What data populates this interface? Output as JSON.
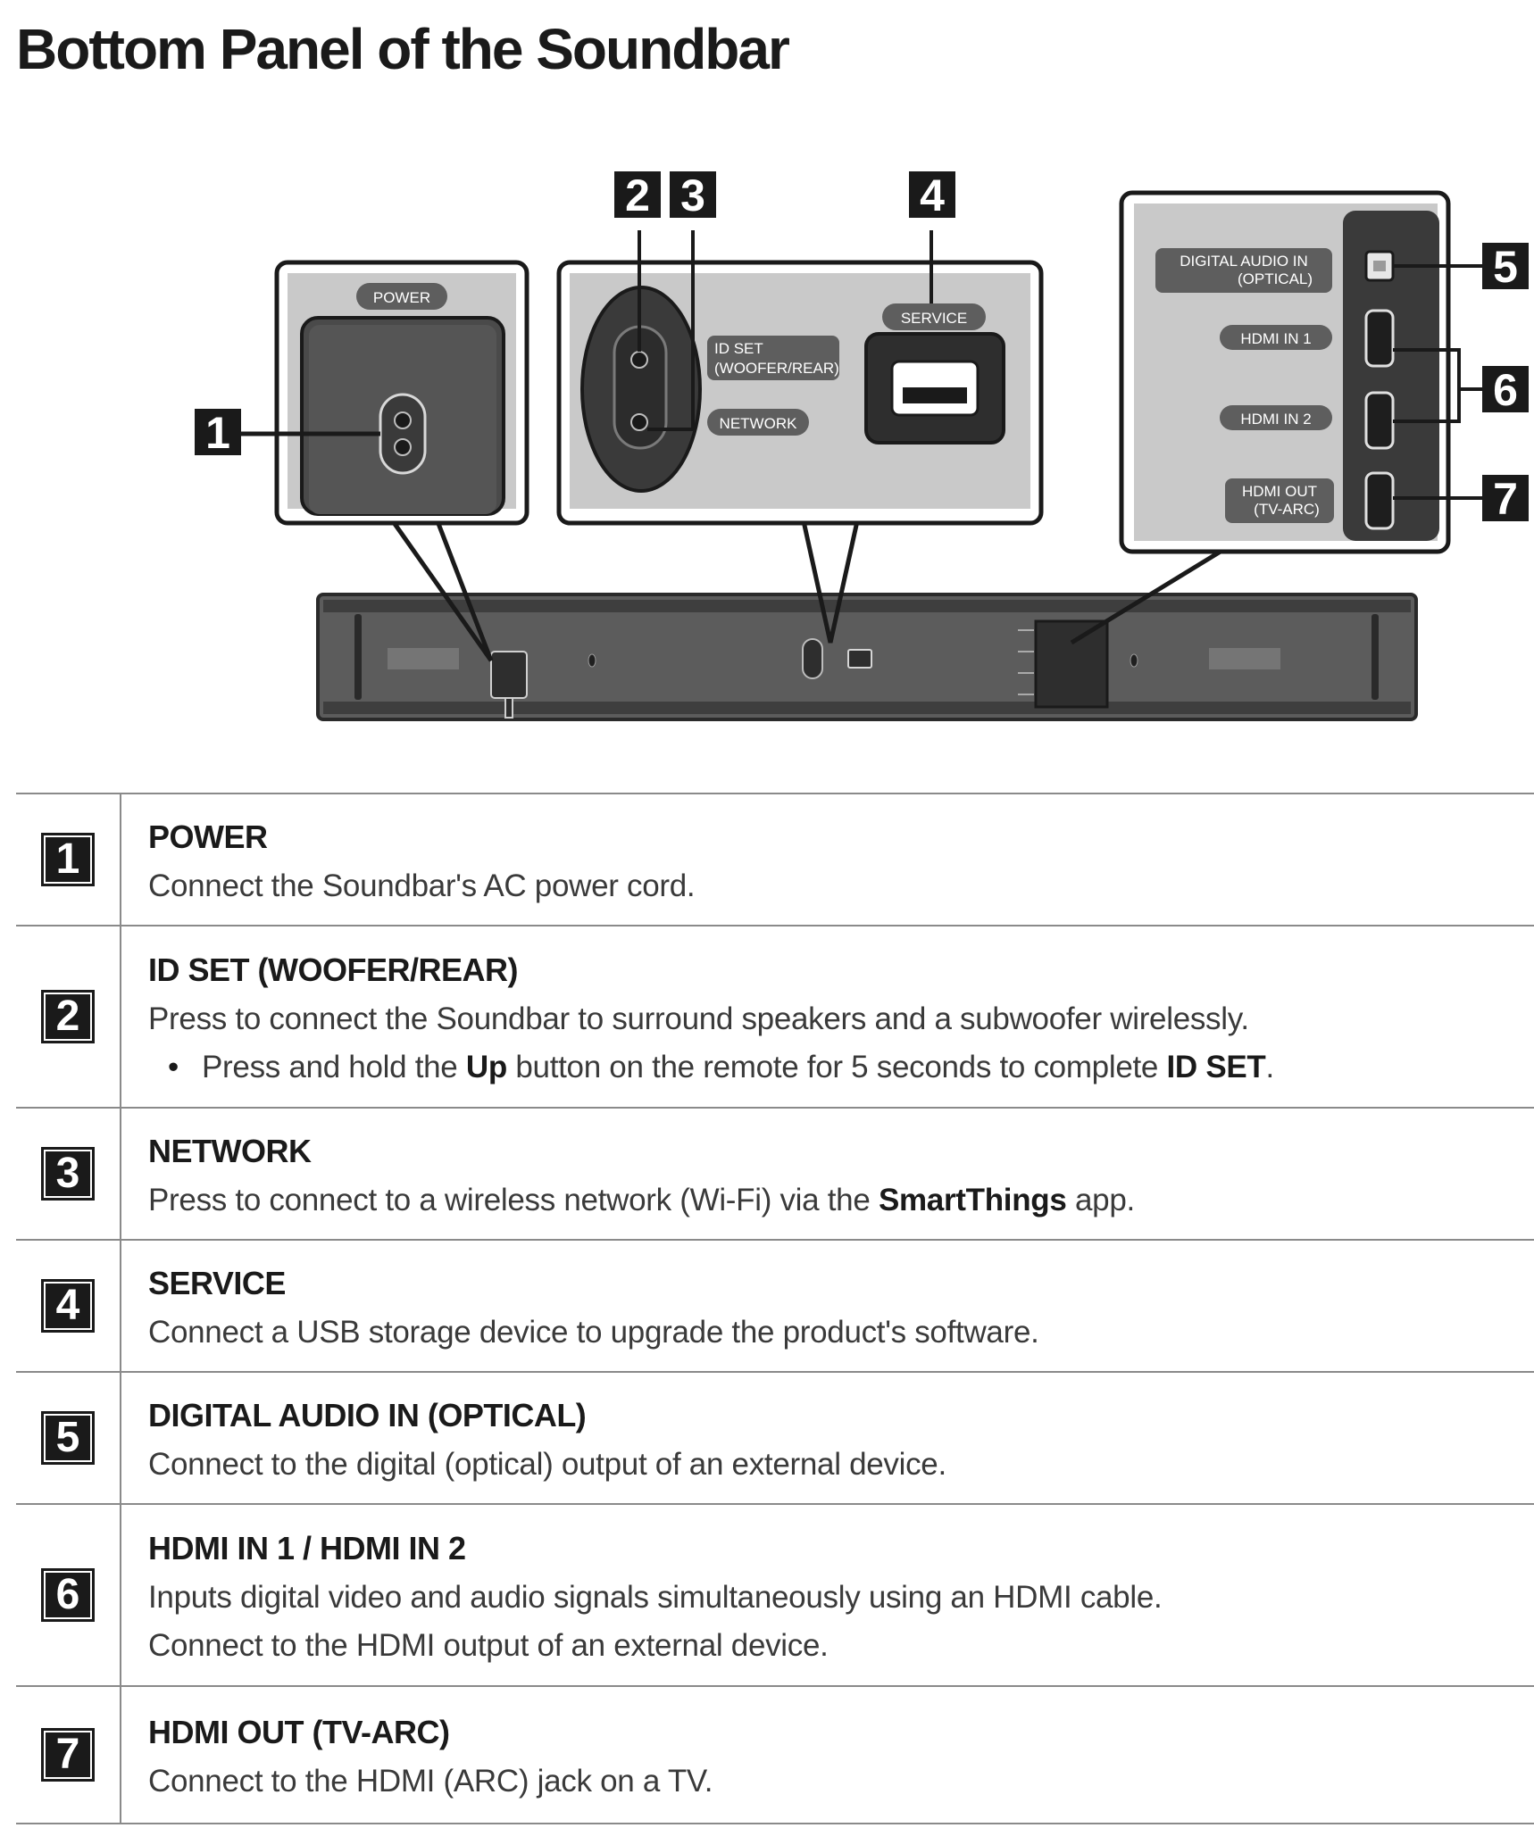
{
  "title": "Bottom Panel of the Soundbar",
  "diagram": {
    "callouts": [
      "1",
      "2",
      "3",
      "4",
      "5",
      "6",
      "7"
    ],
    "panel_labels": {
      "power": "POWER",
      "id_set_line1": "ID SET",
      "id_set_line2": "(WOOFER/REAR)",
      "network": "NETWORK",
      "service": "SERVICE",
      "digital_line1": "DIGITAL AUDIO IN",
      "digital_line2": "(OPTICAL)",
      "hdmi_in_1": "HDMI IN 1",
      "hdmi_in_2": "HDMI IN 2",
      "hdmi_out_line1": "HDMI OUT",
      "hdmi_out_line2": "(TV-ARC)"
    }
  },
  "rows": [
    {
      "num": "1",
      "title": "POWER",
      "line1": "Connect the Soundbar's AC power cord."
    },
    {
      "num": "2",
      "title": "ID SET (WOOFER/REAR)",
      "line1": "Press to connect the Soundbar to surround speakers and a subwoofer wirelessly.",
      "bullet_a": "Press and hold the ",
      "bullet_b": "Up",
      "bullet_c": " button on the remote for 5 seconds to complete ",
      "bullet_d": "ID SET",
      "bullet_e": "."
    },
    {
      "num": "3",
      "title": "NETWORK",
      "line1_a": "Press to connect to a wireless network (Wi-Fi) via the ",
      "line1_b": "SmartThings",
      "line1_c": " app."
    },
    {
      "num": "4",
      "title": "SERVICE",
      "line1": "Connect a USB storage device to upgrade the product's software."
    },
    {
      "num": "5",
      "title": "DIGITAL AUDIO IN (OPTICAL)",
      "line1": "Connect to the digital (optical) output of an external device."
    },
    {
      "num": "6",
      "title": "HDMI IN 1 / HDMI IN 2",
      "line1": "Inputs digital video and audio signals simultaneously using an HDMI cable.",
      "line2": "Connect to the HDMI output of an external device."
    },
    {
      "num": "7",
      "title": "HDMI OUT (TV-ARC)",
      "line1": "Connect to the HDMI (ARC) jack on a TV."
    }
  ]
}
